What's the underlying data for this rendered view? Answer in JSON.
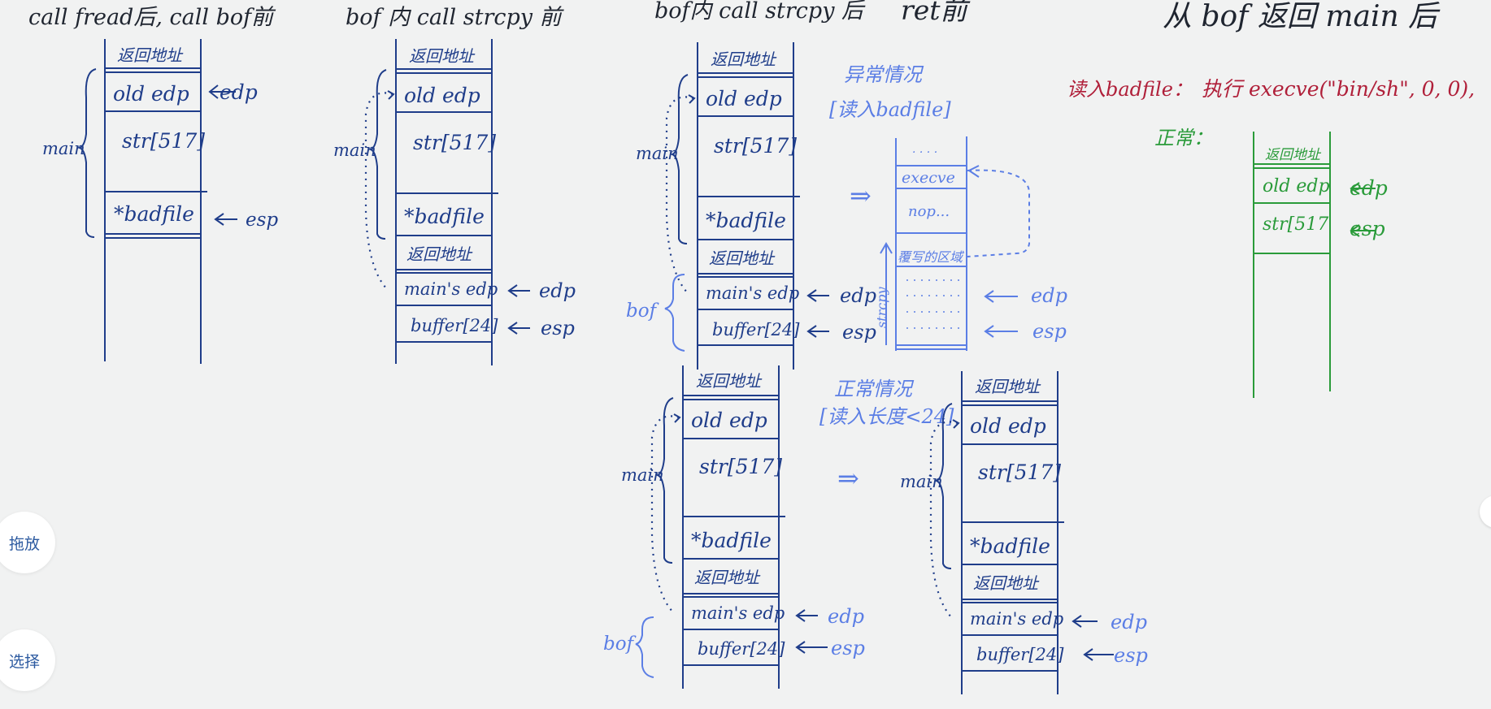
{
  "colors": {
    "dark_ink": "#1f3d8a",
    "light_ink": "#5b7ee5",
    "red_ink": "#b0203a",
    "green_ink": "#2a9b3a",
    "background": "#f1f2f2"
  },
  "headings": {
    "h1": "call fread后, call bof前",
    "h2": "bof 内 call strcpy 前",
    "h3": "bof内 call strcpy 后",
    "h4": "ret前",
    "h5": "从 bof 返回 main 后"
  },
  "cells": {
    "ret_addr": "返回地址",
    "old_edp": "old edp",
    "str": "str[517]",
    "badfile": "*badfile",
    "main_edp": "main's edp",
    "buffer": "buffer[24]",
    "small_ret": "返回地址",
    "small_str": "str[517"
  },
  "labels": {
    "main": "main",
    "bof": "bof",
    "edp": "edp",
    "esp": "esp",
    "arrow_edp": "←edp",
    "arrow_esp": "← esp"
  },
  "notes": {
    "abnormal_1": "异常情况",
    "abnormal_2": "[读入badfile]",
    "normal_1": "正常情况",
    "normal_2": "[读入长度<24]",
    "double_arrow": "⇒",
    "read_badfile": "读入badfile：",
    "exec_call": "执行 execve(\"bin/sh\", 0, 0),",
    "normal_green": "正常：",
    "overwrite_area": "覆写的区域",
    "strcpy_v": "strcpy",
    "dots": "· · · ·",
    "execve": "execve",
    "nop": "nop..."
  },
  "side_buttons": {
    "drag": "拖放",
    "select": "选择"
  }
}
